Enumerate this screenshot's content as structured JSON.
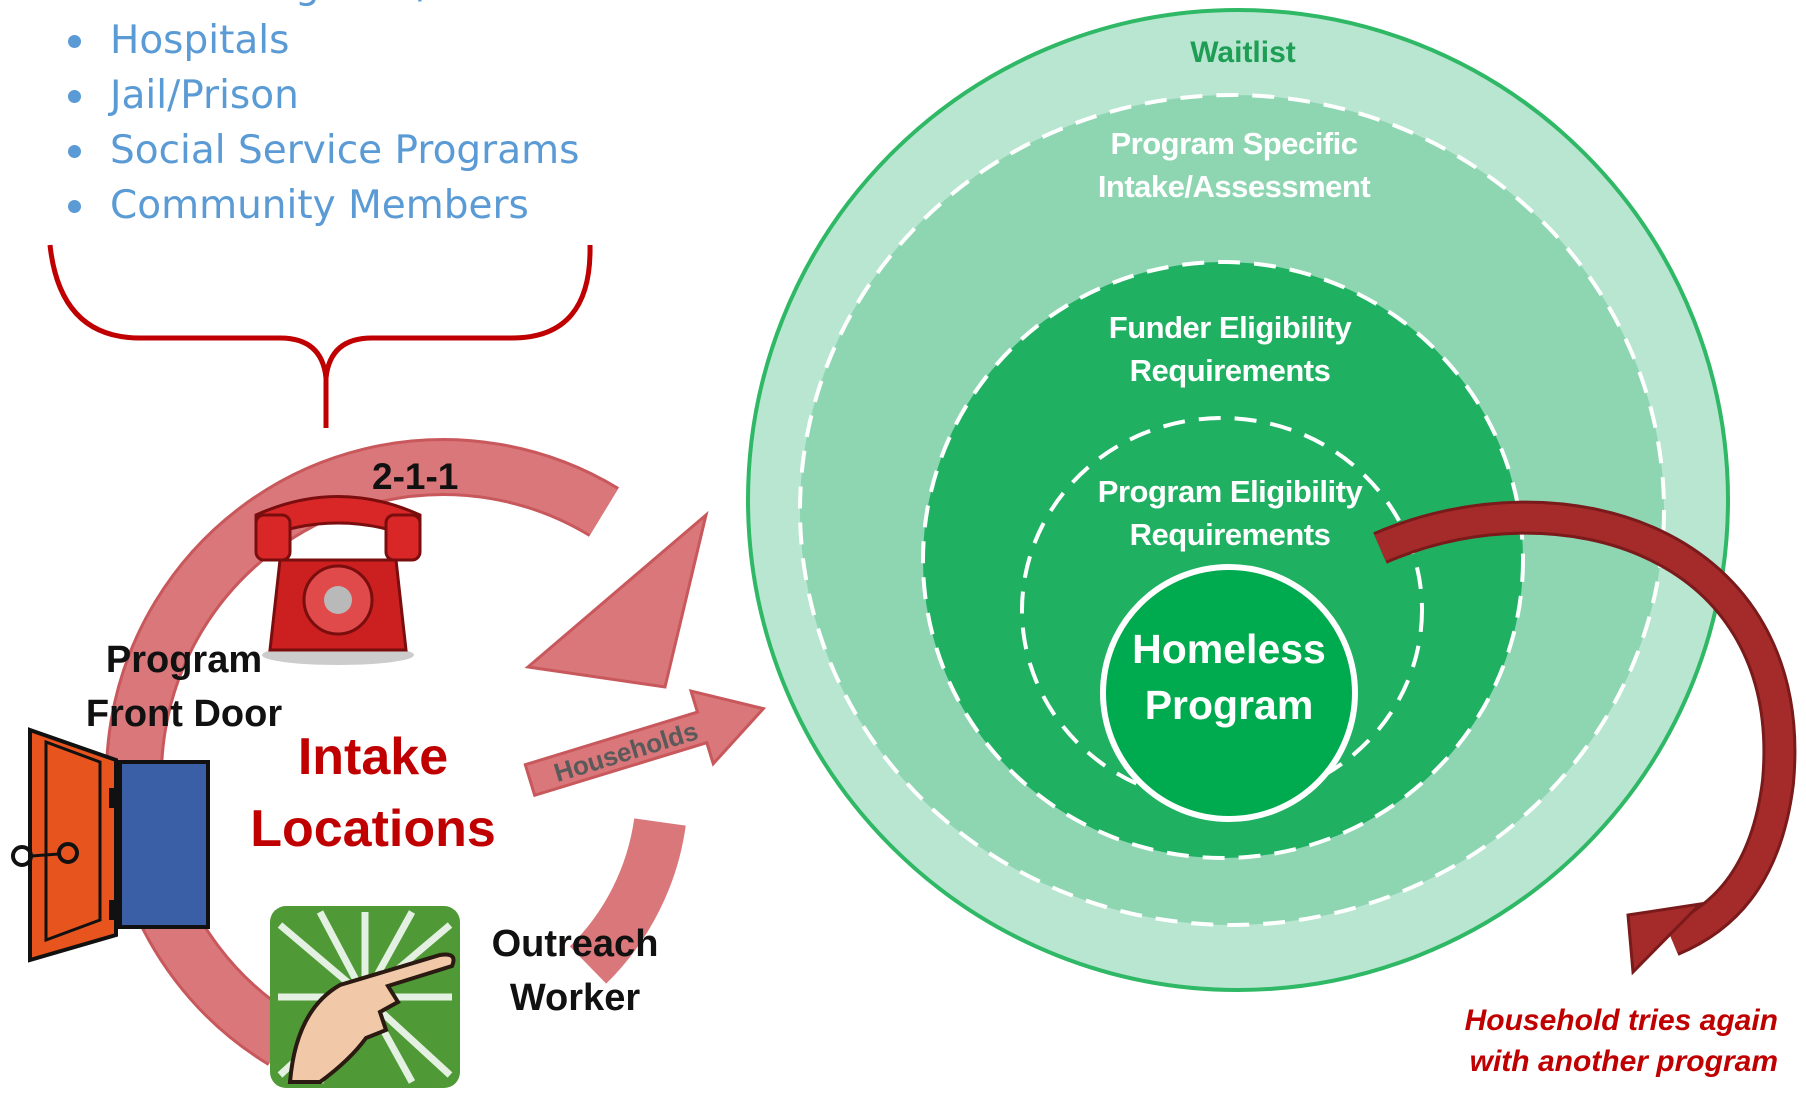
{
  "sources": {
    "items": [
      "Other Programs/Providers",
      "Hospitals",
      "Jail/Prison",
      "Social Service Programs",
      "Community Members"
    ]
  },
  "intake": {
    "hotline_label": "2-1-1",
    "front_door_label": "Program\nFront Door",
    "title": "Intake\nLocations",
    "outreach_label": "Outreach\nWorker",
    "flow_label": "Households"
  },
  "rings": {
    "waitlist": "Waitlist",
    "program_specific": "Program Specific\nIntake/Assessment",
    "funder": "Funder Eligibility\nRequirements",
    "program_eligibility": "Program Eligibility\nRequirements",
    "core": "Homeless\nProgram"
  },
  "rejection_note": "Household tries again\nwith another program",
  "colors": {
    "source_text": "#5b9bd5",
    "brace": "#c00000",
    "intake_arrow": "#d9777a",
    "intake_arrow_stroke": "#c8585c",
    "intake_title": "#c00000",
    "ring_waitlist": "#b8e6d0",
    "ring_waitlist_border": "#2fb865",
    "ring_program_specific": "#8ed6b2",
    "ring_funder": "#1fb062",
    "ring_core": "#00aa4e",
    "ring_text": "#ffffff",
    "waitlist_text": "#1e9e55",
    "rejection_arrow": "#a52a2a",
    "door": "#e8541e",
    "door_frame": "#3a5fa6",
    "phone": "#cc1f1f",
    "outreach_bg": "#4f9a36"
  },
  "icons": {
    "hotline": "telephone-icon",
    "front_door": "door-icon",
    "outreach": "pointing-hand-icon"
  }
}
